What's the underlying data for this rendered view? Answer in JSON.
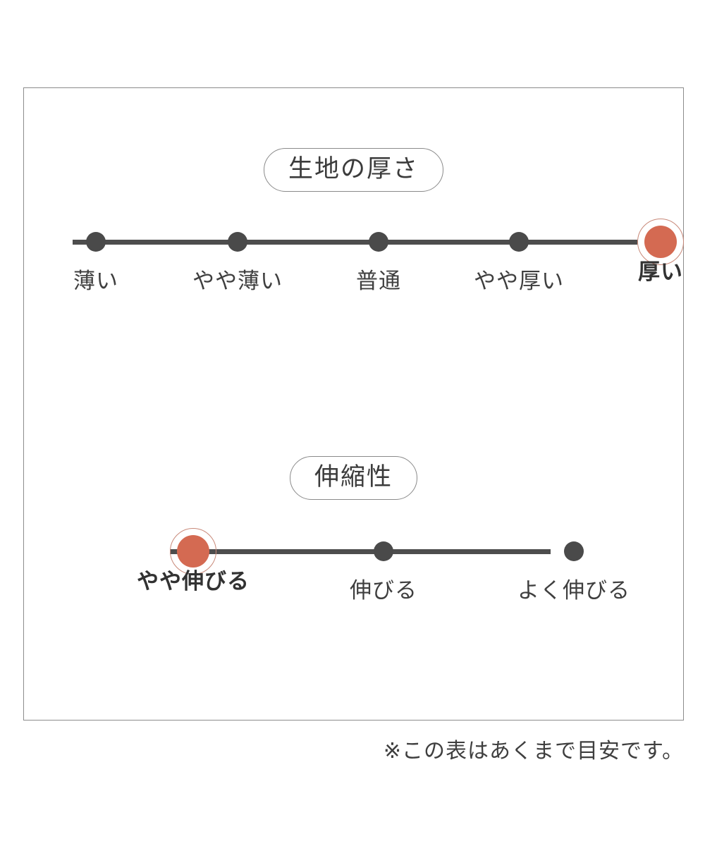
{
  "chart_data": {
    "type": "scale",
    "title": "",
    "note": "※この表はあくまで目安です。",
    "accent_color": "#d46a52",
    "inactive_color": "#4a4a4a",
    "scales": [
      {
        "label": "生地の厚さ",
        "selected_index": 4,
        "categories": [
          "薄い",
          "やや薄い",
          "普通",
          "やや厚い",
          "厚い"
        ],
        "values": [
          0,
          1,
          2,
          3,
          4
        ],
        "selected_value": "厚い",
        "positions": [
          102,
          303,
          503,
          702,
          903
        ]
      },
      {
        "label": "伸縮性",
        "selected_index": 0,
        "categories": [
          "やや伸びる",
          "伸びる",
          "よく伸びる"
        ],
        "values": [
          0,
          1,
          2
        ],
        "selected_value": "やや伸びる",
        "positions": [
          240,
          510,
          780
        ]
      }
    ]
  },
  "sections": {
    "thickness": {
      "title": "生地の厚さ",
      "ticks": [
        {
          "label": "薄い"
        },
        {
          "label": "やや薄い"
        },
        {
          "label": "普通"
        },
        {
          "label": "やや厚い"
        },
        {
          "label": "厚い"
        }
      ]
    },
    "stretch": {
      "title": "伸縮性",
      "ticks": [
        {
          "label": "やや伸びる"
        },
        {
          "label": "伸びる"
        },
        {
          "label": "よく伸びる"
        }
      ]
    }
  },
  "footnote": "※この表はあくまで目安です。"
}
